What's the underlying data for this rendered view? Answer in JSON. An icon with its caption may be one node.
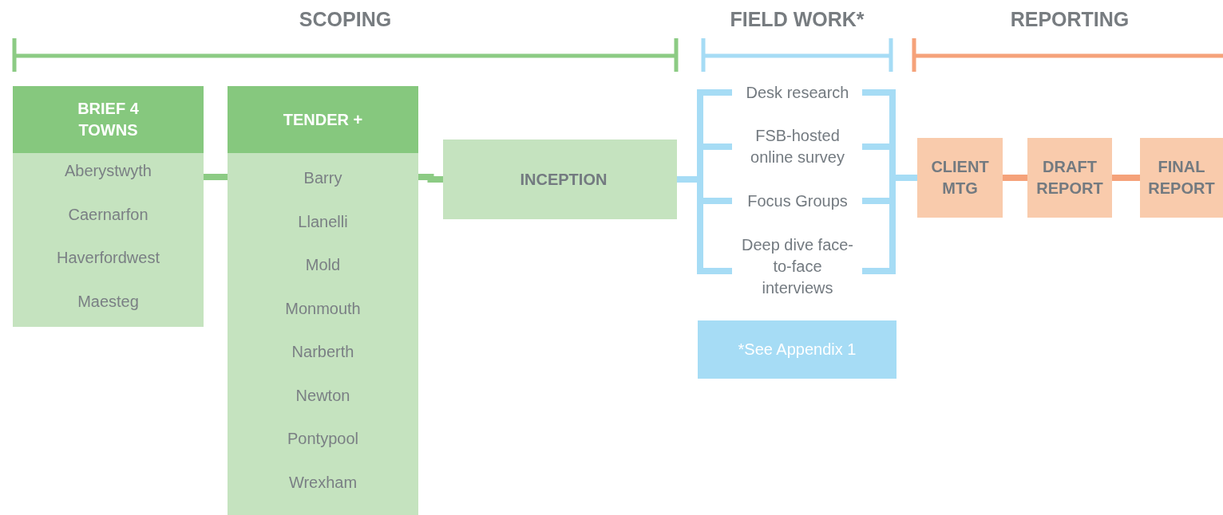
{
  "diagram": {
    "nodes": [
      {
        "text": [
          "BRIEF 4 TOWNS",
          "Aberystwyth",
          "Caernarfon",
          "Haverfordwest",
          "Maesteg"
        ]
      },
      {
        "text": [
          "TENDER +",
          "Barry",
          "Llanelli",
          "Mold",
          "Monmouth",
          "Narberth",
          "Newton",
          "Pontypool",
          "Wrexham"
        ]
      },
      {
        "text": [
          "INCEPTION"
        ]
      },
      {
        "text": [
          "Desk research"
        ]
      },
      {
        "text": [
          "FSB-hosted online survey"
        ]
      },
      {
        "text": [
          "Focus Groups"
        ]
      },
      {
        "text": [
          "Deep dive face-to-face interviews"
        ]
      },
      {
        "text": [
          "*See Appendix 1"
        ]
      },
      {
        "text": [
          "CLIENT MTG"
        ]
      },
      {
        "text": [
          "DRAFT REPORT"
        ]
      },
      {
        "text": [
          "FINAL REPORT"
        ]
      }
    ],
    "edges": [
      {
        "from": 0,
        "to": 1,
        "arrow": "none",
        "color": "#8ccb84"
      },
      {
        "from": 1,
        "to": 2,
        "arrow": "none",
        "color": "#8ccb84"
      },
      {
        "from": 2,
        "to": 3,
        "arrow": "none"
      },
      {
        "from": 2,
        "to": 4,
        "arrow": "none"
      },
      {
        "from": 2,
        "to": 5,
        "arrow": "none"
      },
      {
        "from": 2,
        "to": 6,
        "arrow": "none"
      },
      {
        "from": 3,
        "to": 8,
        "arrow": "none"
      },
      {
        "from": 4,
        "to": 8,
        "arrow": "none"
      },
      {
        "from": 5,
        "to": 8,
        "arrow": "none"
      },
      {
        "from": 6,
        "to": 8,
        "arrow": "none"
      },
      {
        "from": 8,
        "to": 9,
        "arrow": "none",
        "color": "#f5a27a"
      },
      {
        "from": 9,
        "to": 10,
        "arrow": "none",
        "color": "#f5a27a"
      }
    ],
    "labels": [
      "SCOPING",
      "FIELD WORK*",
      "REPORTING"
    ]
  }
}
